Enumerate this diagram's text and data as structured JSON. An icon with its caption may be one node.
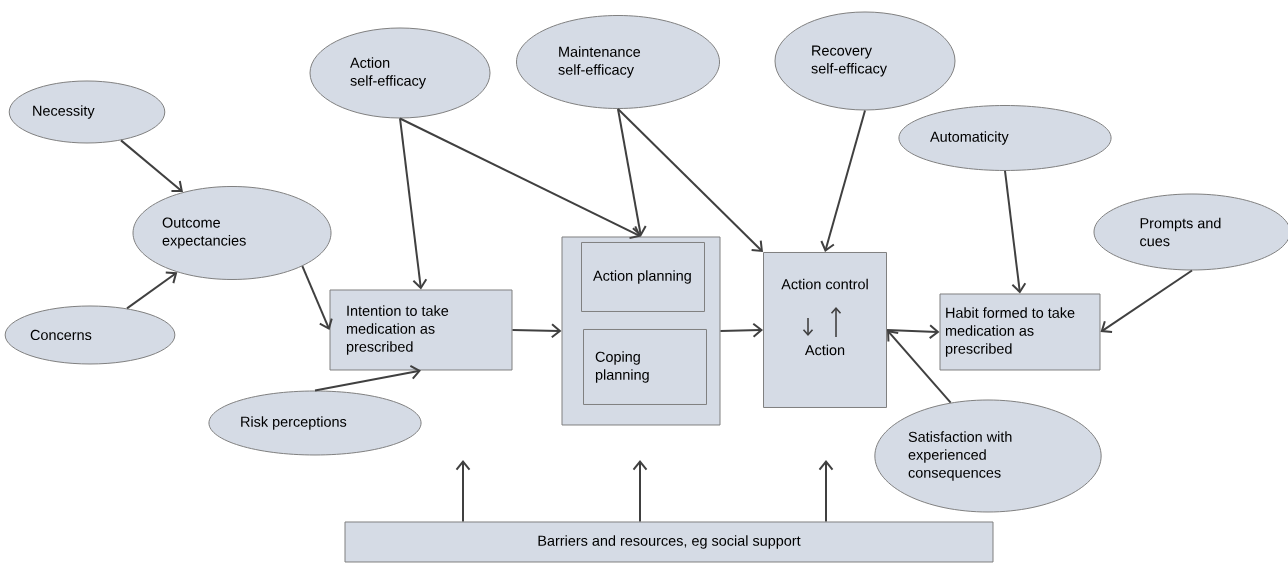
{
  "diagram": {
    "nodes": [
      {
        "text": [
          "Necessity"
        ]
      },
      {
        "text": [
          "Outcome expectancies"
        ]
      },
      {
        "text": [
          "Concerns"
        ]
      },
      {
        "text": [
          "Action self-efficacy"
        ]
      },
      {
        "text": [
          "Maintenance self-efficacy"
        ]
      },
      {
        "text": [
          "Recovery self-efficacy"
        ]
      },
      {
        "text": [
          "Automaticity"
        ]
      },
      {
        "text": [
          "Prompts and cues"
        ]
      },
      {
        "text": [
          "Intention to take medication as prescribed"
        ]
      },
      {
        "text": [
          "Risk perceptions"
        ]
      },
      {
        "text": [],
        "shape": "box"
      },
      {
        "text": [
          "Action planning"
        ],
        "in": 10
      },
      {
        "text": [
          "Coping planning"
        ],
        "in": 10
      },
      {
        "text": [
          "Action control",
          "Action"
        ]
      },
      {
        "text": [
          "Habit formed to take medication as prescribed"
        ]
      },
      {
        "text": [
          "Satisfaction with experienced consequences"
        ]
      },
      {
        "text": [
          "Barriers and resources, eg social support"
        ]
      }
    ],
    "edges": [
      {
        "from": 0,
        "to": 1,
        "arrow": "to"
      },
      {
        "from": 2,
        "to": 1,
        "arrow": "to"
      },
      {
        "from": 1,
        "to": 8,
        "arrow": "to"
      },
      {
        "from": 3,
        "to": 8,
        "arrow": "to"
      },
      {
        "from": 3,
        "to": 10,
        "arrow": "to"
      },
      {
        "from": 4,
        "to": 10,
        "arrow": "to"
      },
      {
        "from": 4,
        "to": 13,
        "arrow": "to"
      },
      {
        "from": 5,
        "to": 13,
        "arrow": "to"
      },
      {
        "from": 6,
        "to": 14,
        "arrow": "to"
      },
      {
        "from": 7,
        "to": 14,
        "arrow": "to"
      },
      {
        "from": 8,
        "to": 10,
        "arrow": "to"
      },
      {
        "from": 10,
        "to": 13,
        "arrow": "to"
      },
      {
        "from": 13,
        "to": 14,
        "arrow": "to"
      },
      {
        "from": 15,
        "to": 13,
        "arrow": "to"
      },
      {
        "from": 9,
        "to": 8,
        "arrow": "to"
      },
      {
        "from": 16,
        "to": null,
        "arrow": "to"
      },
      {
        "from": 16,
        "to": null,
        "arrow": "to"
      },
      {
        "from": 16,
        "to": null,
        "arrow": "to"
      }
    ]
  }
}
